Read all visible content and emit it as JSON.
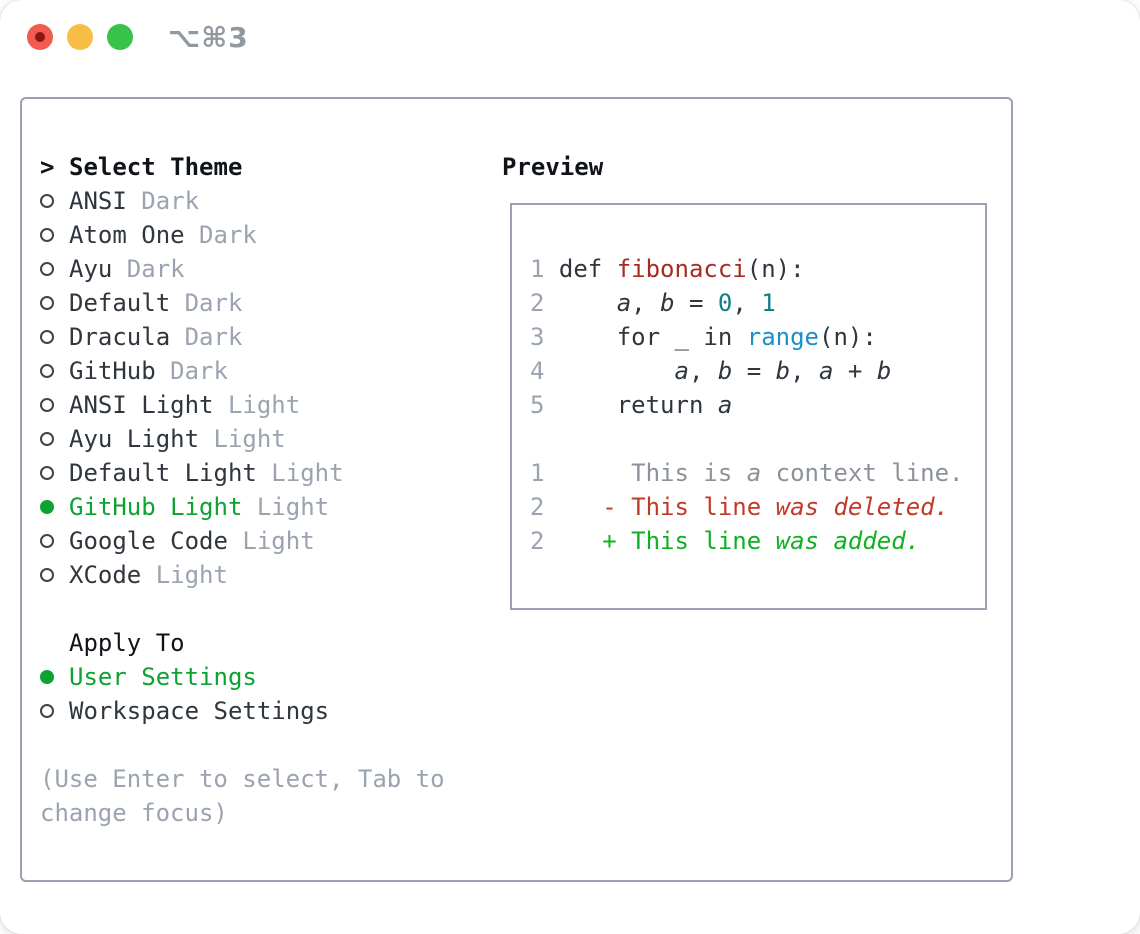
{
  "titlebar": {
    "shortcut": "⌥⌘3"
  },
  "colors": {
    "text": "#2f363d",
    "heading": "#101418",
    "muted": "#9aa3af",
    "green": "#0da232",
    "diff_red": "#c13a27",
    "diff_green": "#0fb123",
    "func_red": "#a62c21",
    "number_teal": "#117e86",
    "builtin_blue": "#1b8fc7",
    "context_gray": "#8b9299",
    "border": "#99a2ae",
    "titlebar_text": "#9298a0",
    "light_red": "#f15b50",
    "light_red_dot": "#8c1710",
    "light_yellow": "#f8bd45",
    "light_green": "#37c24a"
  },
  "theme_panel": {
    "prompt": ">",
    "header": "Select Theme",
    "themes": [
      {
        "name": "ANSI",
        "variant": "Dark",
        "selected": false
      },
      {
        "name": "Atom One",
        "variant": "Dark",
        "selected": false
      },
      {
        "name": "Ayu",
        "variant": "Dark",
        "selected": false
      },
      {
        "name": "Default",
        "variant": "Dark",
        "selected": false
      },
      {
        "name": "Dracula",
        "variant": "Dark",
        "selected": false
      },
      {
        "name": "GitHub",
        "variant": "Dark",
        "selected": false
      },
      {
        "name": "ANSI Light",
        "variant": "Light",
        "selected": false
      },
      {
        "name": "Ayu Light",
        "variant": "Light",
        "selected": false
      },
      {
        "name": "Default Light",
        "variant": "Light",
        "selected": false
      },
      {
        "name": "GitHub Light",
        "variant": "Light",
        "selected": true
      },
      {
        "name": "Google Code",
        "variant": "Light",
        "selected": false
      },
      {
        "name": "XCode",
        "variant": "Light",
        "selected": false
      }
    ],
    "apply_header": "Apply To",
    "apply_options": [
      {
        "name": "User Settings",
        "selected": true
      },
      {
        "name": "Workspace Settings",
        "selected": false
      }
    ],
    "help_lines": [
      "(Use Enter to select, Tab to",
      "change focus)"
    ]
  },
  "preview": {
    "header": "Preview",
    "code_lines": [
      [
        {
          "t": "1 ",
          "c": "ln"
        },
        {
          "t": "def ",
          "c": "p"
        },
        {
          "t": "fibonacci",
          "c": "fn"
        },
        {
          "t": "(n):",
          "c": "p"
        }
      ],
      [
        {
          "t": "2",
          "c": "ln"
        },
        {
          "t": "     ",
          "c": "p"
        },
        {
          "t": "a",
          "c": "v"
        },
        {
          "t": ", ",
          "c": "p"
        },
        {
          "t": "b",
          "c": "v"
        },
        {
          "t": " = ",
          "c": "p"
        },
        {
          "t": "0",
          "c": "num"
        },
        {
          "t": ", ",
          "c": "p"
        },
        {
          "t": "1",
          "c": "num"
        }
      ],
      [
        {
          "t": "3",
          "c": "ln"
        },
        {
          "t": "     for _ in ",
          "c": "p"
        },
        {
          "t": "range",
          "c": "bi"
        },
        {
          "t": "(n):",
          "c": "p"
        }
      ],
      [
        {
          "t": "4",
          "c": "ln"
        },
        {
          "t": "         ",
          "c": "p"
        },
        {
          "t": "a",
          "c": "v"
        },
        {
          "t": ", ",
          "c": "p"
        },
        {
          "t": "b",
          "c": "v"
        },
        {
          "t": " = ",
          "c": "p"
        },
        {
          "t": "b",
          "c": "v"
        },
        {
          "t": ", ",
          "c": "p"
        },
        {
          "t": "a",
          "c": "v"
        },
        {
          "t": " + ",
          "c": "p"
        },
        {
          "t": "b",
          "c": "v"
        }
      ],
      [
        {
          "t": "5",
          "c": "ln"
        },
        {
          "t": "     return ",
          "c": "p"
        },
        {
          "t": "a",
          "c": "v"
        }
      ],
      [],
      [
        {
          "t": "1",
          "c": "ln"
        },
        {
          "t": "      ",
          "c": "p"
        },
        {
          "t": "This is ",
          "c": "ctx"
        },
        {
          "t": "a",
          "c": "ctx i"
        },
        {
          "t": " context line.",
          "c": "ctx"
        }
      ],
      [
        {
          "t": "2",
          "c": "ln"
        },
        {
          "t": "    ",
          "c": "p"
        },
        {
          "t": "- This line ",
          "c": "del"
        },
        {
          "t": "was",
          "c": "del i"
        },
        {
          "t": " ",
          "c": "del"
        },
        {
          "t": "deleted.",
          "c": "del i"
        }
      ],
      [
        {
          "t": "2",
          "c": "ln"
        },
        {
          "t": "    ",
          "c": "p"
        },
        {
          "t": "+ This line ",
          "c": "add"
        },
        {
          "t": "was",
          "c": "add i"
        },
        {
          "t": " ",
          "c": "add"
        },
        {
          "t": "added.",
          "c": "add i"
        }
      ]
    ]
  }
}
